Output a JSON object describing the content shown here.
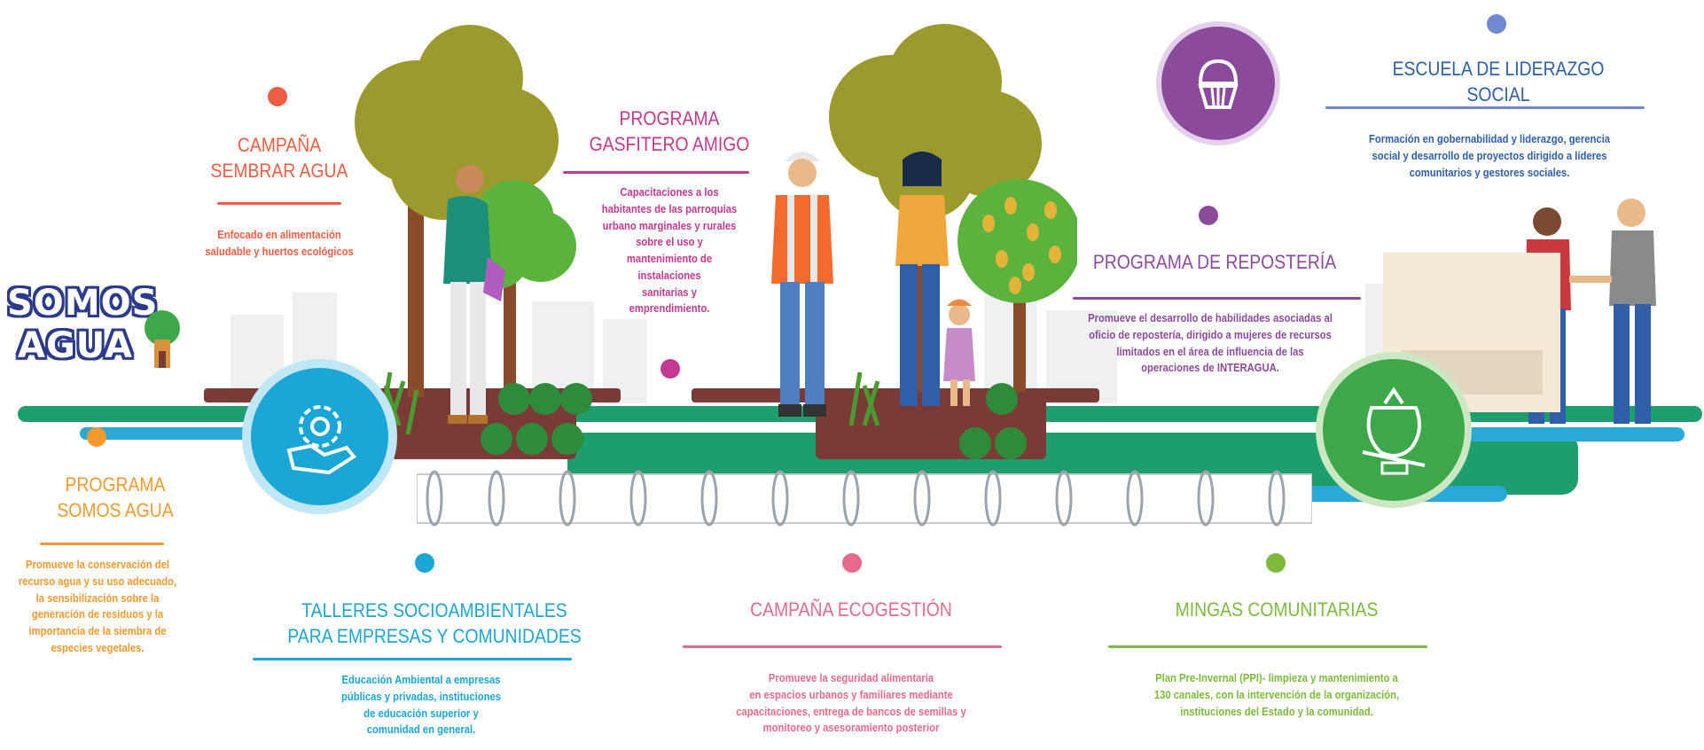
{
  "logo": {
    "line1": "SOMOS",
    "line2": "AGUA"
  },
  "colors": {
    "orange_red": "#ef5d44",
    "magenta": "#c2398f",
    "purple": "#8c4a9c",
    "blue_dark": "#2f5fa8",
    "blue_periwinkle": "#6f8ad0",
    "orange": "#f29a2e",
    "cyan": "#1aa6d6",
    "pink": "#e56a8c",
    "green": "#7dba3c",
    "band_green": "#1f9e6d",
    "band_blue": "#29a9d8",
    "soil": "#7a3b36"
  },
  "programs": {
    "sembrar": {
      "title_line1": "CAMPAÑA",
      "title_line2": "SEMBRAR AGUA",
      "desc_line1": "Enfocado en alimentación",
      "desc_line2": "saludable y huertos ecológicos"
    },
    "gasfitero": {
      "title_line1": "PROGRAMA",
      "title_line2": "GASFITERO AMIGO",
      "desc": [
        "Capacitaciones a los",
        "habitantes de las parroquias",
        "urbano marginales y rurales",
        "sobre el uso y",
        "mantenimiento de",
        "instalaciones",
        "sanitarias y",
        "emprendimiento."
      ]
    },
    "reposteria": {
      "title": "PROGRAMA DE REPOSTERÍA",
      "desc": [
        "Promueve el desarrollo de habilidades asociadas al",
        "oficio de repostería, dirigido a mujeres de recursos",
        "limitados en el área de influencia de las",
        "operaciones de INTERAGUA."
      ]
    },
    "liderazgo": {
      "title": "ESCUELA DE LIDERAZGO SOCIAL",
      "desc": [
        "Formación en gobernabilidad y liderazgo, gerencia",
        "social y desarrollo de proyectos dirigido a líderes",
        "comunitarios y gestores sociales."
      ]
    },
    "somos_agua": {
      "title_line1": "PROGRAMA",
      "title_line2": "SOMOS AGUA",
      "desc": [
        "Promueve la conservación del",
        "recurso agua y su uso adecuado,",
        "la sensibilización sobre la",
        "generación de residuos y la",
        "importancia de la siembra de",
        "especies vegetales."
      ]
    },
    "talleres": {
      "title_line1": "TALLERES SOCIOAMBIENTALES",
      "title_line2": "PARA EMPRESAS Y COMUNIDADES",
      "desc": [
        "Educación Ambiental a empresas",
        "públicas y privadas, instituciones",
        "de educación superior y",
        "comunidad en general."
      ]
    },
    "ecogestion": {
      "title": "CAMPAÑA ECOGESTIÓN",
      "desc": [
        "Promueve la seguridad alimentaria",
        "en espacios urbanos y familiares mediante",
        "capacitaciones, entrega de bancos de semillas y",
        "monitoreo y asesoramiento posterior"
      ]
    },
    "mingas": {
      "title": "MINGAS COMUNITARIAS",
      "desc": [
        "Plan Pre-Invernal (PPI)- limpieza y mantenimiento a",
        "130 canales, con la intervención de la organización,",
        "instituciones del Estado y la comunidad."
      ]
    }
  },
  "icons": {
    "talleres_circle": "handshake-gear-icon",
    "reposteria_circle": "cupcake-icon",
    "mingas_circle": "garbage-bags-icon"
  }
}
